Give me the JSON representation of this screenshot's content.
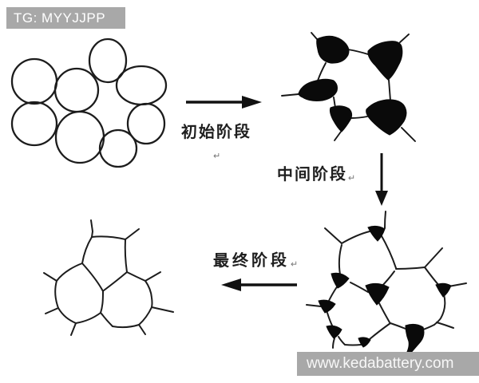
{
  "watermarks": {
    "top": "TG: MYYJJPP",
    "bottom": "www.kedabattery.com"
  },
  "labels": {
    "initial": "初始阶段",
    "intermediate": "中间阶段",
    "final": "最终阶段",
    "curl_mark": "↵"
  },
  "colors": {
    "background": "#ffffff",
    "ink": "#1c1c1c",
    "pore_fill": "#0a0a0a",
    "watermark_bg": "#a8a8a8",
    "watermark_text": "#ffffff"
  },
  "icons": {
    "arrow_right": "arrow-right-icon",
    "arrow_down": "arrow-down-icon",
    "arrow_left": "arrow-left-icon"
  }
}
